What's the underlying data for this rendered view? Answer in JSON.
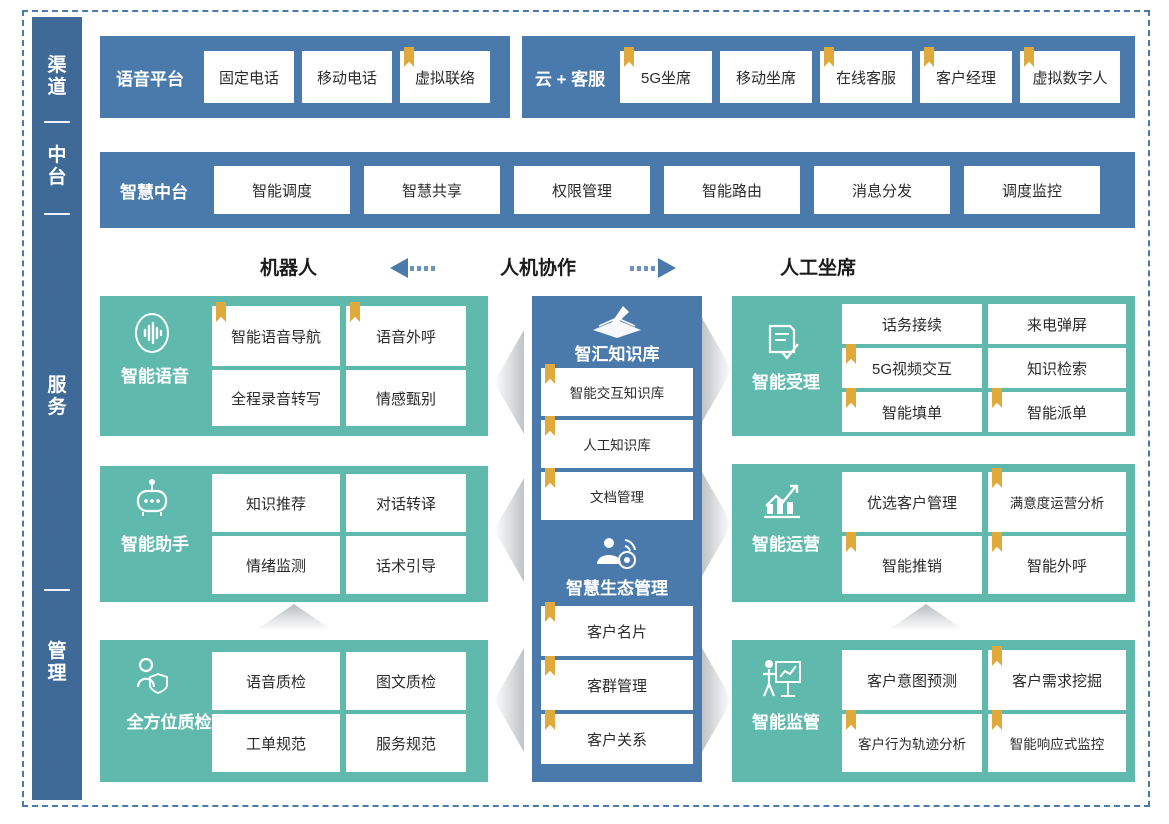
{
  "sidebar": {
    "items": [
      {
        "label": "渠道"
      },
      {
        "label": "中台"
      },
      {
        "label": "服务"
      },
      {
        "label": "管理"
      }
    ]
  },
  "channel_row": {
    "groups": [
      {
        "title": "语音平台",
        "cards": [
          {
            "label": "固定电话",
            "tag": false
          },
          {
            "label": "移动电话",
            "tag": false
          },
          {
            "label": "虚拟联络",
            "tag": true
          }
        ]
      },
      {
        "title": "云 + 客服",
        "cards": [
          {
            "label": "5G坐席",
            "tag": true
          },
          {
            "label": "移动坐席",
            "tag": false
          },
          {
            "label": "在线客服",
            "tag": true
          },
          {
            "label": "客户经理",
            "tag": true
          },
          {
            "label": "虚拟数字人",
            "tag": true
          }
        ]
      }
    ]
  },
  "midplatform_row": {
    "title": "智慧中台",
    "cards": [
      {
        "label": "智能调度"
      },
      {
        "label": "智慧共享"
      },
      {
        "label": "权限管理"
      },
      {
        "label": "智能路由"
      },
      {
        "label": "消息分发"
      },
      {
        "label": "调度监控"
      }
    ]
  },
  "column_headers": {
    "left": "机器人",
    "center": "人机协作",
    "right": "人工坐席"
  },
  "left_modules": [
    {
      "title": "智能语音",
      "icon": "voice-waveform-icon",
      "cards": [
        {
          "label": "智能语音导航",
          "tag": true
        },
        {
          "label": "语音外呼",
          "tag": true
        },
        {
          "label": "全程录音转写",
          "tag": false
        },
        {
          "label": "情感甄别",
          "tag": false
        }
      ]
    },
    {
      "title": "智能助手",
      "icon": "robot-icon",
      "cards": [
        {
          "label": "知识推荐",
          "tag": false
        },
        {
          "label": "对话转译",
          "tag": false
        },
        {
          "label": "情绪监测",
          "tag": false
        },
        {
          "label": "话术引导",
          "tag": false
        }
      ]
    },
    {
      "title": "全方位质检",
      "icon": "person-shield-icon",
      "cards": [
        {
          "label": "语音质检",
          "tag": false
        },
        {
          "label": "图文质检",
          "tag": false
        },
        {
          "label": "工单规范",
          "tag": false
        },
        {
          "label": "服务规范",
          "tag": false
        }
      ]
    }
  ],
  "center_modules": [
    {
      "title": "智汇知识库",
      "icon": "book-pen-icon",
      "cards": [
        {
          "label": "智能交互知识库",
          "tag": true
        },
        {
          "label": "人工知识库",
          "tag": true
        },
        {
          "label": "文档管理",
          "tag": true
        }
      ]
    },
    {
      "title": "智慧生态管理",
      "icon": "person-network-icon",
      "cards": [
        {
          "label": "客户名片",
          "tag": true
        },
        {
          "label": "客群管理",
          "tag": true
        },
        {
          "label": "客户关系",
          "tag": true
        }
      ]
    }
  ],
  "right_modules": [
    {
      "title": "智能受理",
      "icon": "document-check-icon",
      "cards": [
        {
          "label": "话务接续",
          "tag": false
        },
        {
          "label": "来电弹屏",
          "tag": false
        },
        {
          "label": "5G视频交互",
          "tag": true
        },
        {
          "label": "知识检索",
          "tag": false
        },
        {
          "label": "智能填单",
          "tag": true
        },
        {
          "label": "智能派单",
          "tag": true
        }
      ]
    },
    {
      "title": "智能运营",
      "icon": "chart-growth-icon",
      "cards": [
        {
          "label": "优选客户管理",
          "tag": true
        },
        {
          "label": "满意度运营分析",
          "tag": true
        },
        {
          "label": "智能推销",
          "tag": true
        },
        {
          "label": "智能外呼",
          "tag": true
        }
      ]
    },
    {
      "title": "智能监管",
      "icon": "presenter-board-icon",
      "cards": [
        {
          "label": "客户意图预测",
          "tag": true
        },
        {
          "label": "客户需求挖掘",
          "tag": true
        },
        {
          "label": "客户行为轨迹分析",
          "tag": true
        },
        {
          "label": "智能响应式监控",
          "tag": true
        }
      ]
    }
  ],
  "colors": {
    "blue": "#4A7AAB",
    "sidebar_blue": "#3F6A97",
    "teal": "#5FB9AD",
    "tag_gold": "#E0A93C",
    "card_white": "#FFFFFF"
  }
}
